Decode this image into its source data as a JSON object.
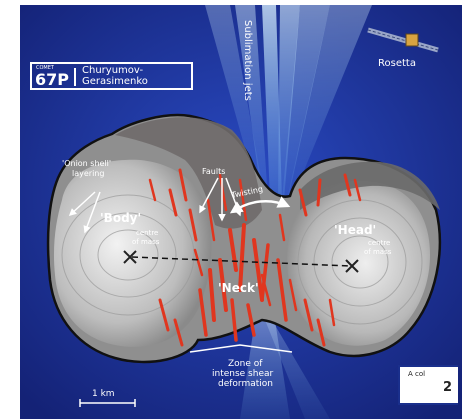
{
  "title": {
    "small": "COMET",
    "code": "67P",
    "name_line1": "Churyumov-",
    "name_line2": "Gerasimenko"
  },
  "labels": {
    "sublimation_jets": "Sublimation jets",
    "rosetta": "Rosetta",
    "onion_line1": "'Onion shell'",
    "onion_line2": "layering",
    "faults": "Faults",
    "twisting": "Twisting",
    "body": "'Body'",
    "body_sub1": "centre",
    "body_sub2": "of mass",
    "head": "'Head'",
    "head_sub1": "centre",
    "head_sub2": "of mass",
    "neck": "'Neck'",
    "zone_line1": "Zone of",
    "zone_line2": "intense shear",
    "zone_line3": "deformation",
    "scale": "1 km",
    "corner_small": "A col",
    "corner_num": "2"
  },
  "colors": {
    "background": "#1a2f8c",
    "comet_gray": "#8f8f8f",
    "lobe_light": "#cfcfcf",
    "fracture_red": "#e0361f",
    "jet": "#bfe6ff"
  }
}
